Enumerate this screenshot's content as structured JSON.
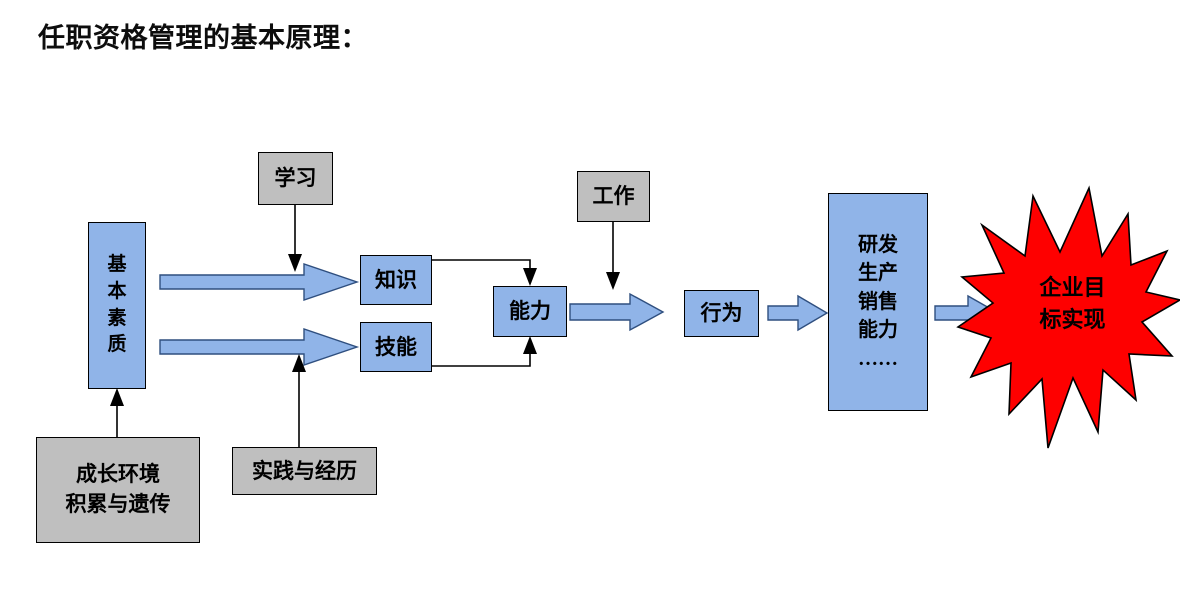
{
  "slide": {
    "title": "任职资格管理的基本原理：",
    "background_color": "#FFFFFF"
  },
  "colors": {
    "blue_fill": "#90B4E8",
    "blue_stroke": "#2F4F7F",
    "gray_fill": "#BFBFBF",
    "box_stroke": "#000000",
    "star_fill": "#FE0000",
    "text": "#000000"
  },
  "nodes": {
    "basic_quality": {
      "label": "基本素质",
      "chars": [
        "基",
        "本",
        "素",
        "质"
      ],
      "fill": "blue",
      "orientation": "vertical"
    },
    "study": {
      "label": "学习",
      "fill": "gray",
      "orientation": "horizontal"
    },
    "work": {
      "label": "工作",
      "fill": "gray",
      "orientation": "horizontal"
    },
    "knowledge": {
      "label": "知识",
      "fill": "blue",
      "orientation": "horizontal"
    },
    "skill": {
      "label": "技能",
      "fill": "blue",
      "orientation": "horizontal"
    },
    "ability": {
      "label": "能力",
      "fill": "blue",
      "orientation": "horizontal"
    },
    "behavior": {
      "label": "行为",
      "fill": "blue",
      "orientation": "horizontal"
    },
    "outputs": {
      "label": "研发 生产 销售 能力 ……",
      "lines": [
        "研发",
        "生产",
        "销售",
        "能力",
        "……"
      ],
      "fill": "blue",
      "orientation": "vertical"
    },
    "growth_env": {
      "label": "成长环境 积累与遗传",
      "lines": [
        "成长环境",
        "积累与遗传"
      ],
      "fill": "gray",
      "orientation": "horizontal"
    },
    "practice": {
      "label": "实践与经历",
      "fill": "gray",
      "orientation": "horizontal"
    },
    "goal": {
      "label": "企业目标实现",
      "lines": [
        "企业目",
        "标实现"
      ],
      "fill": "star",
      "orientation": "horizontal"
    }
  },
  "connections": [
    {
      "name": "growth-env-to-basic-quality",
      "from": "growth_env",
      "to": "basic_quality",
      "style": "thin-arrow"
    },
    {
      "name": "basic-quality-to-knowledge",
      "from": "basic_quality",
      "to": "knowledge",
      "style": "block-arrow"
    },
    {
      "name": "basic-quality-to-skill",
      "from": "basic_quality",
      "to": "skill",
      "style": "block-arrow"
    },
    {
      "name": "study-to-knowledge-arrow",
      "from": "study",
      "to": "basic-quality-to-knowledge",
      "style": "thin-arrow"
    },
    {
      "name": "practice-to-skill-arrow",
      "from": "practice",
      "to": "basic-quality-to-skill",
      "style": "thin-arrow"
    },
    {
      "name": "knowledge-to-ability",
      "from": "knowledge",
      "to": "ability",
      "style": "thin-elbow-arrow"
    },
    {
      "name": "skill-to-ability",
      "from": "skill",
      "to": "ability",
      "style": "thin-elbow-arrow"
    },
    {
      "name": "ability-to-behavior",
      "from": "ability",
      "to": "behavior",
      "style": "block-arrow"
    },
    {
      "name": "work-to-ability-behavior-arrow",
      "from": "work",
      "to": "ability-to-behavior",
      "style": "thin-arrow"
    },
    {
      "name": "behavior-to-outputs",
      "from": "behavior",
      "to": "outputs",
      "style": "block-arrow"
    },
    {
      "name": "outputs-to-goal",
      "from": "outputs",
      "to": "goal",
      "style": "block-arrow"
    }
  ]
}
